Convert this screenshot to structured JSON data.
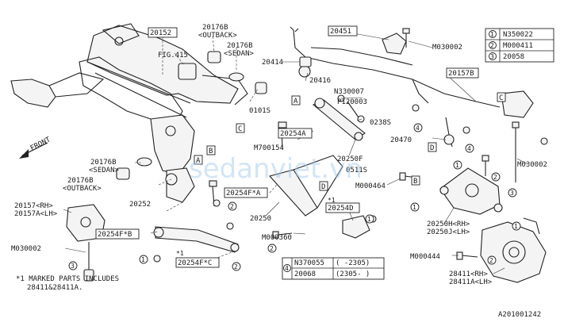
{
  "part_labels": {
    "p20152": "20152",
    "p20176b_outback": "20176B",
    "outback_tag": "<OUTBACK>",
    "fig415": "FIG.415",
    "p20176b_sedan": "20176B",
    "sedan_tag": "<SEDAN>",
    "p20451": "20451",
    "m030002_top": "M030002",
    "p20414": "20414",
    "p20416": "20416",
    "p20157b": "20157B",
    "n330007": "N330007",
    "p120003": "P120003",
    "p20254a": "20254A",
    "p0238s": "0238S",
    "p0101s": "0101S",
    "m700154": "M700154",
    "p20470": "20470",
    "p20250f": "20250F",
    "p0511s": "0511S",
    "m030002_right": "M030002",
    "p20176b_sedan2": "20176B",
    "sedan_tag2": "<SEDAN>",
    "p20176b_outback2": "20176B",
    "outback_tag2": "<OUTBACK>",
    "p20254f_a": "20254F*A",
    "m000464": "M000464",
    "p20252": "20252",
    "p20157_rh": "20157<RH>",
    "p20157a_lh": "20157A<LH>",
    "p20250": "20250",
    "star1_a": "*1",
    "p20254d": "20254D",
    "p20250h_rh": "20250H<RH>",
    "p20250j_lh": "20250J<LH>",
    "m030002_left": "M030002",
    "p20254f_b": "20254F*B",
    "m000360": "M000360",
    "m000444": "M000444",
    "star1_b": "*1",
    "p20254f_c": "20254F*C",
    "p28411_rh": "28411<RH>",
    "p28411a_lh": "28411A<LH>",
    "front_arrow": "FRONT"
  },
  "legend": {
    "rows": [
      {
        "num": "1",
        "code": "N350022"
      },
      {
        "num": "2",
        "code": "M000411"
      },
      {
        "num": "3",
        "code": "20058"
      }
    ]
  },
  "subtable": {
    "num": "4",
    "rows": [
      {
        "code": "N370055",
        "range": "( -2305)"
      },
      {
        "code": "20068",
        "range": "(2305- )"
      }
    ]
  },
  "callout_letters": {
    "A1": "A",
    "A2": "A",
    "B1": "B",
    "B2": "B",
    "C1": "C",
    "C2": "C",
    "D1": "D",
    "D2": "D"
  },
  "markers": {
    "m1": "1",
    "m2": "2",
    "m3": "3",
    "m4": "4"
  },
  "note": {
    "line1": "*1 MARKED PARTS INCLUDES",
    "line2": "28411&28411A."
  },
  "drawing_id": "A201001242",
  "watermark": "sedanviet.vn"
}
